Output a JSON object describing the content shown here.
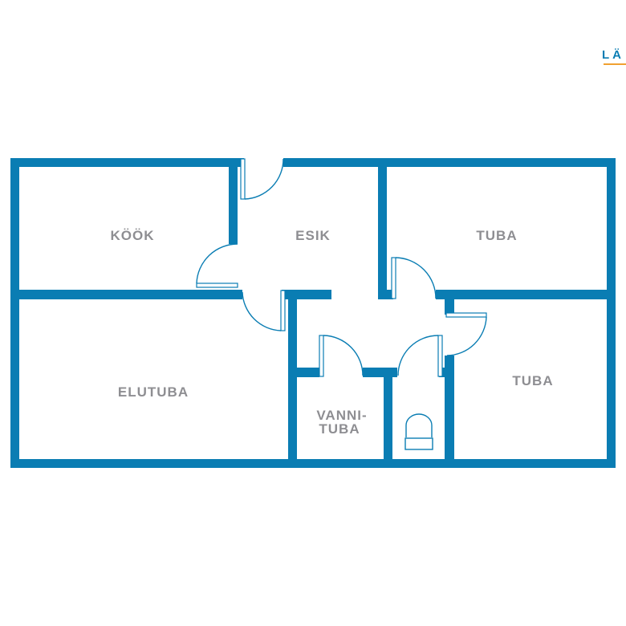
{
  "logo": {
    "text": "LÄ",
    "underline_color": "#f0a030"
  },
  "colors": {
    "wall": "#0a7db3",
    "label": "#8e8e92"
  },
  "rooms": {
    "kitchen": "KÖÖK",
    "hall": "ESIK",
    "bedroom1": "TUBA",
    "living": "ELUTUBA",
    "bath_line1": "VANNI-",
    "bath_line2": "TUBA",
    "bedroom2": "TUBA"
  }
}
